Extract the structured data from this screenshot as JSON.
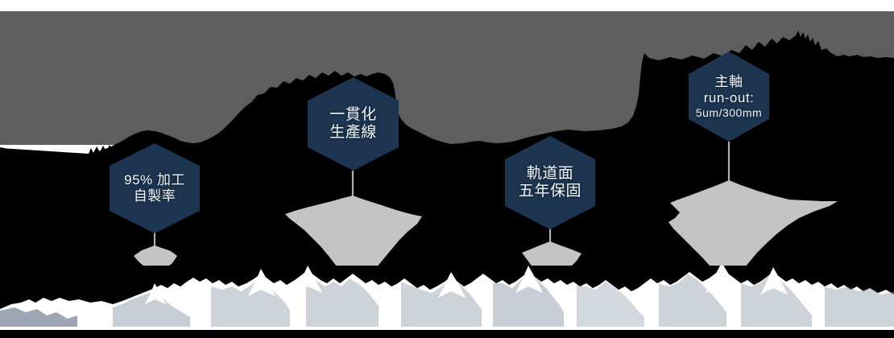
{
  "scene": {
    "title": "Machine tool quality highlights over mountain silhouette",
    "colors": {
      "sky": "#5e5e5e",
      "silhouette": "#000000",
      "badge_fill": "#1d3550",
      "badge_text": "#f2f6fa",
      "beam_shape": "#c4c4c4",
      "connector_line": "#b0b0b0",
      "snow_light": "#ffffff",
      "snow_shadow": "#8b96a8",
      "backdrop": "#ffffff"
    }
  },
  "badges": [
    {
      "id": "badge-processing-rate",
      "lines": [
        "95% 加工",
        "自製率"
      ]
    },
    {
      "id": "badge-production-line",
      "lines": [
        "一貫化",
        "生產線"
      ]
    },
    {
      "id": "badge-rail-warranty",
      "lines": [
        "軌道面",
        "五年保固"
      ]
    },
    {
      "id": "badge-spindle-runout",
      "lines": [
        "主軸",
        "run-out:",
        "5um/300mm"
      ]
    }
  ]
}
